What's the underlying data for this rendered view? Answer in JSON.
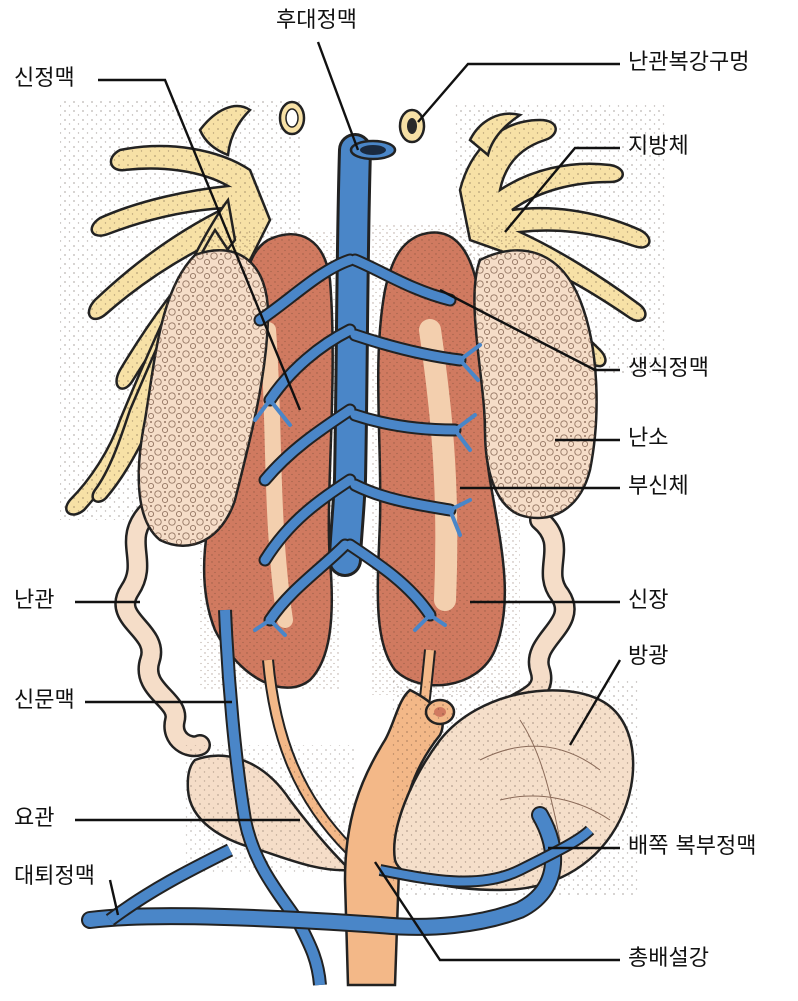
{
  "labels": {
    "posterior_vena_cava": "후대정맥",
    "renal_vein": "신정맥",
    "ostium": "난관복강구멍",
    "fat_body": "지방체",
    "gonadal_vein": "생식정맥",
    "ovary": "난소",
    "adrenal": "부신체",
    "kidney": "신장",
    "oviduct": "난관",
    "bladder": "방광",
    "renal_portal_vein": "신문맥",
    "ventral_abdominal_vein": "배쪽 복부정맥",
    "ureter": "요관",
    "femoral_vein": "대퇴정맥",
    "cloaca": "총배설강"
  },
  "colors": {
    "vein": "#4a86c8",
    "kidney": "#d07a60",
    "fat_body": "#f7e1a6",
    "ovary": "#f5ddc8",
    "adrenal": "#f3cfae",
    "cloaca": "#f3b888",
    "bladder": "#f5dfca"
  }
}
